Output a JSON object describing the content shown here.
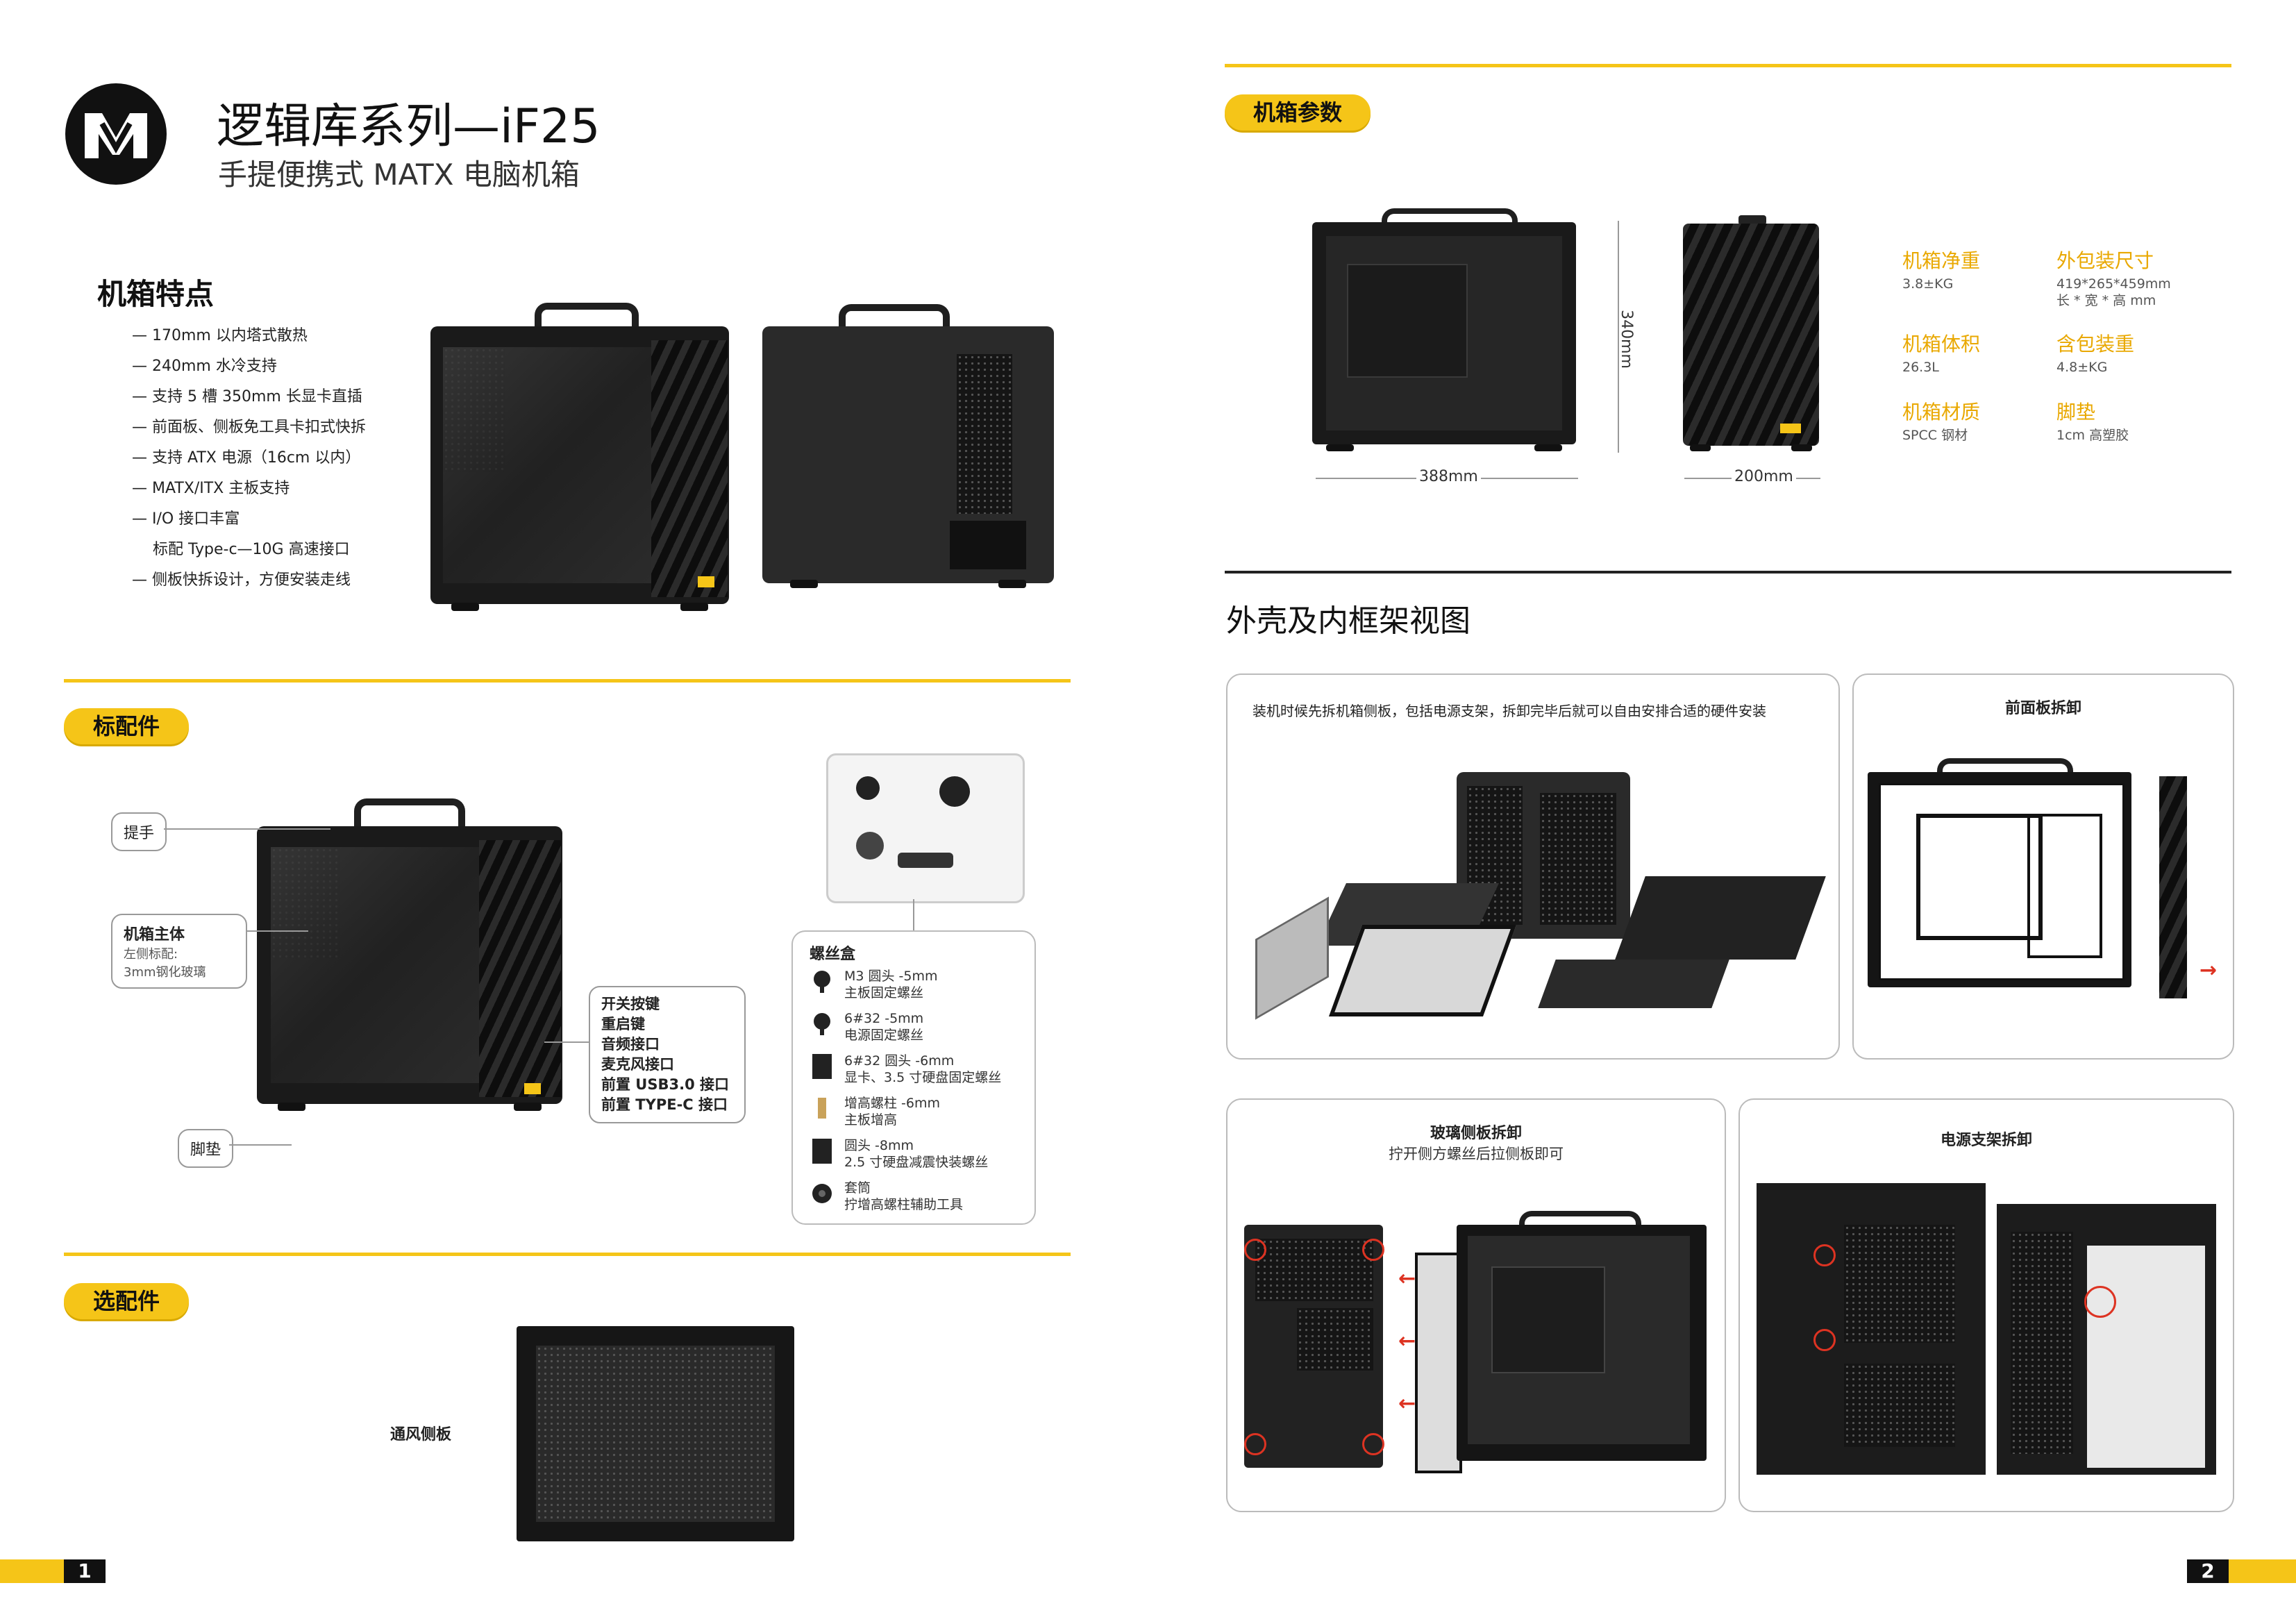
{
  "brand": {
    "title": "逻辑库系列—iF25",
    "subtitle": "手提便携式 MATX 电脑机箱"
  },
  "features": {
    "heading": "机箱特点",
    "items": [
      "— 170mm 以内塔式散热",
      "— 240mm 水冷支持",
      "— 支持 5 槽 350mm 长显卡直插",
      "— 前面板、侧板免工具卡扣式快拆",
      "— 支持 ATX 电源（16cm 以内）",
      "— MATX/ITX 主板支持",
      "— I/O 接口丰富",
      "标配 Type-c—10G 高速接口",
      "— 侧板快拆设计，方便安装走线"
    ]
  },
  "standard": {
    "pill": "标配件",
    "callouts": {
      "handle": "提手",
      "body_title": "机箱主体",
      "body_note1": "左侧标配:",
      "body_note2": "3mm钢化玻璃",
      "feet": "脚垫",
      "io": [
        "开关按键",
        "重启键",
        "音频接口",
        "麦克风接口",
        "前置 USB3.0 接口",
        "前置 TYPE-C 接口"
      ]
    },
    "screwbox": {
      "title": "螺丝盒",
      "items": [
        {
          "line1": "M3 圆头 -5mm",
          "line2": "主板固定螺丝"
        },
        {
          "line1": "6#32 -5mm",
          "line2": "电源固定螺丝"
        },
        {
          "line1": "6#32 圆头 -6mm",
          "line2": "显卡、3.5 寸硬盘固定螺丝"
        },
        {
          "line1": "增高螺柱 -6mm",
          "line2": "主板增高"
        },
        {
          "line1": "圆头 -8mm",
          "line2": "2.5 寸硬盘减震快装螺丝"
        },
        {
          "line1": "套筒",
          "line2": "拧增高螺柱辅助工具"
        }
      ]
    }
  },
  "optional": {
    "pill": "选配件",
    "vent_panel": "通风侧板"
  },
  "params": {
    "pill": "机箱参数",
    "dims": {
      "height": "340mm",
      "length": "388mm",
      "width": "200mm"
    },
    "specs": [
      {
        "label": "机箱净重",
        "value": "3.8±KG"
      },
      {
        "label": "外包装尺寸",
        "value": "419*265*459mm",
        "value2": "长 * 宽 * 高 mm"
      },
      {
        "label": "机箱体积",
        "value": "26.3L"
      },
      {
        "label": "含包装重",
        "value": "4.8±KG"
      },
      {
        "label": "机箱材质",
        "value": "SPCC 钢材"
      },
      {
        "label": "脚垫",
        "value": "1cm 高塑胶"
      }
    ]
  },
  "views": {
    "heading": "外壳及内框架视图",
    "panel1": "装机时候先拆机箱侧板，包括电源支架，拆卸完毕后就可以自由安排合适的硬件安装",
    "panel2": "前面板拆卸",
    "panel3_title": "玻璃侧板拆卸",
    "panel3_sub": "拧开侧方螺丝后拉侧板即可",
    "panel4": "电源支架拆卸"
  },
  "pages": {
    "left": "1",
    "right": "2"
  },
  "colors": {
    "accent": "#f5c518",
    "dark": "#1a1a1a",
    "spec_label": "#e9a800"
  }
}
